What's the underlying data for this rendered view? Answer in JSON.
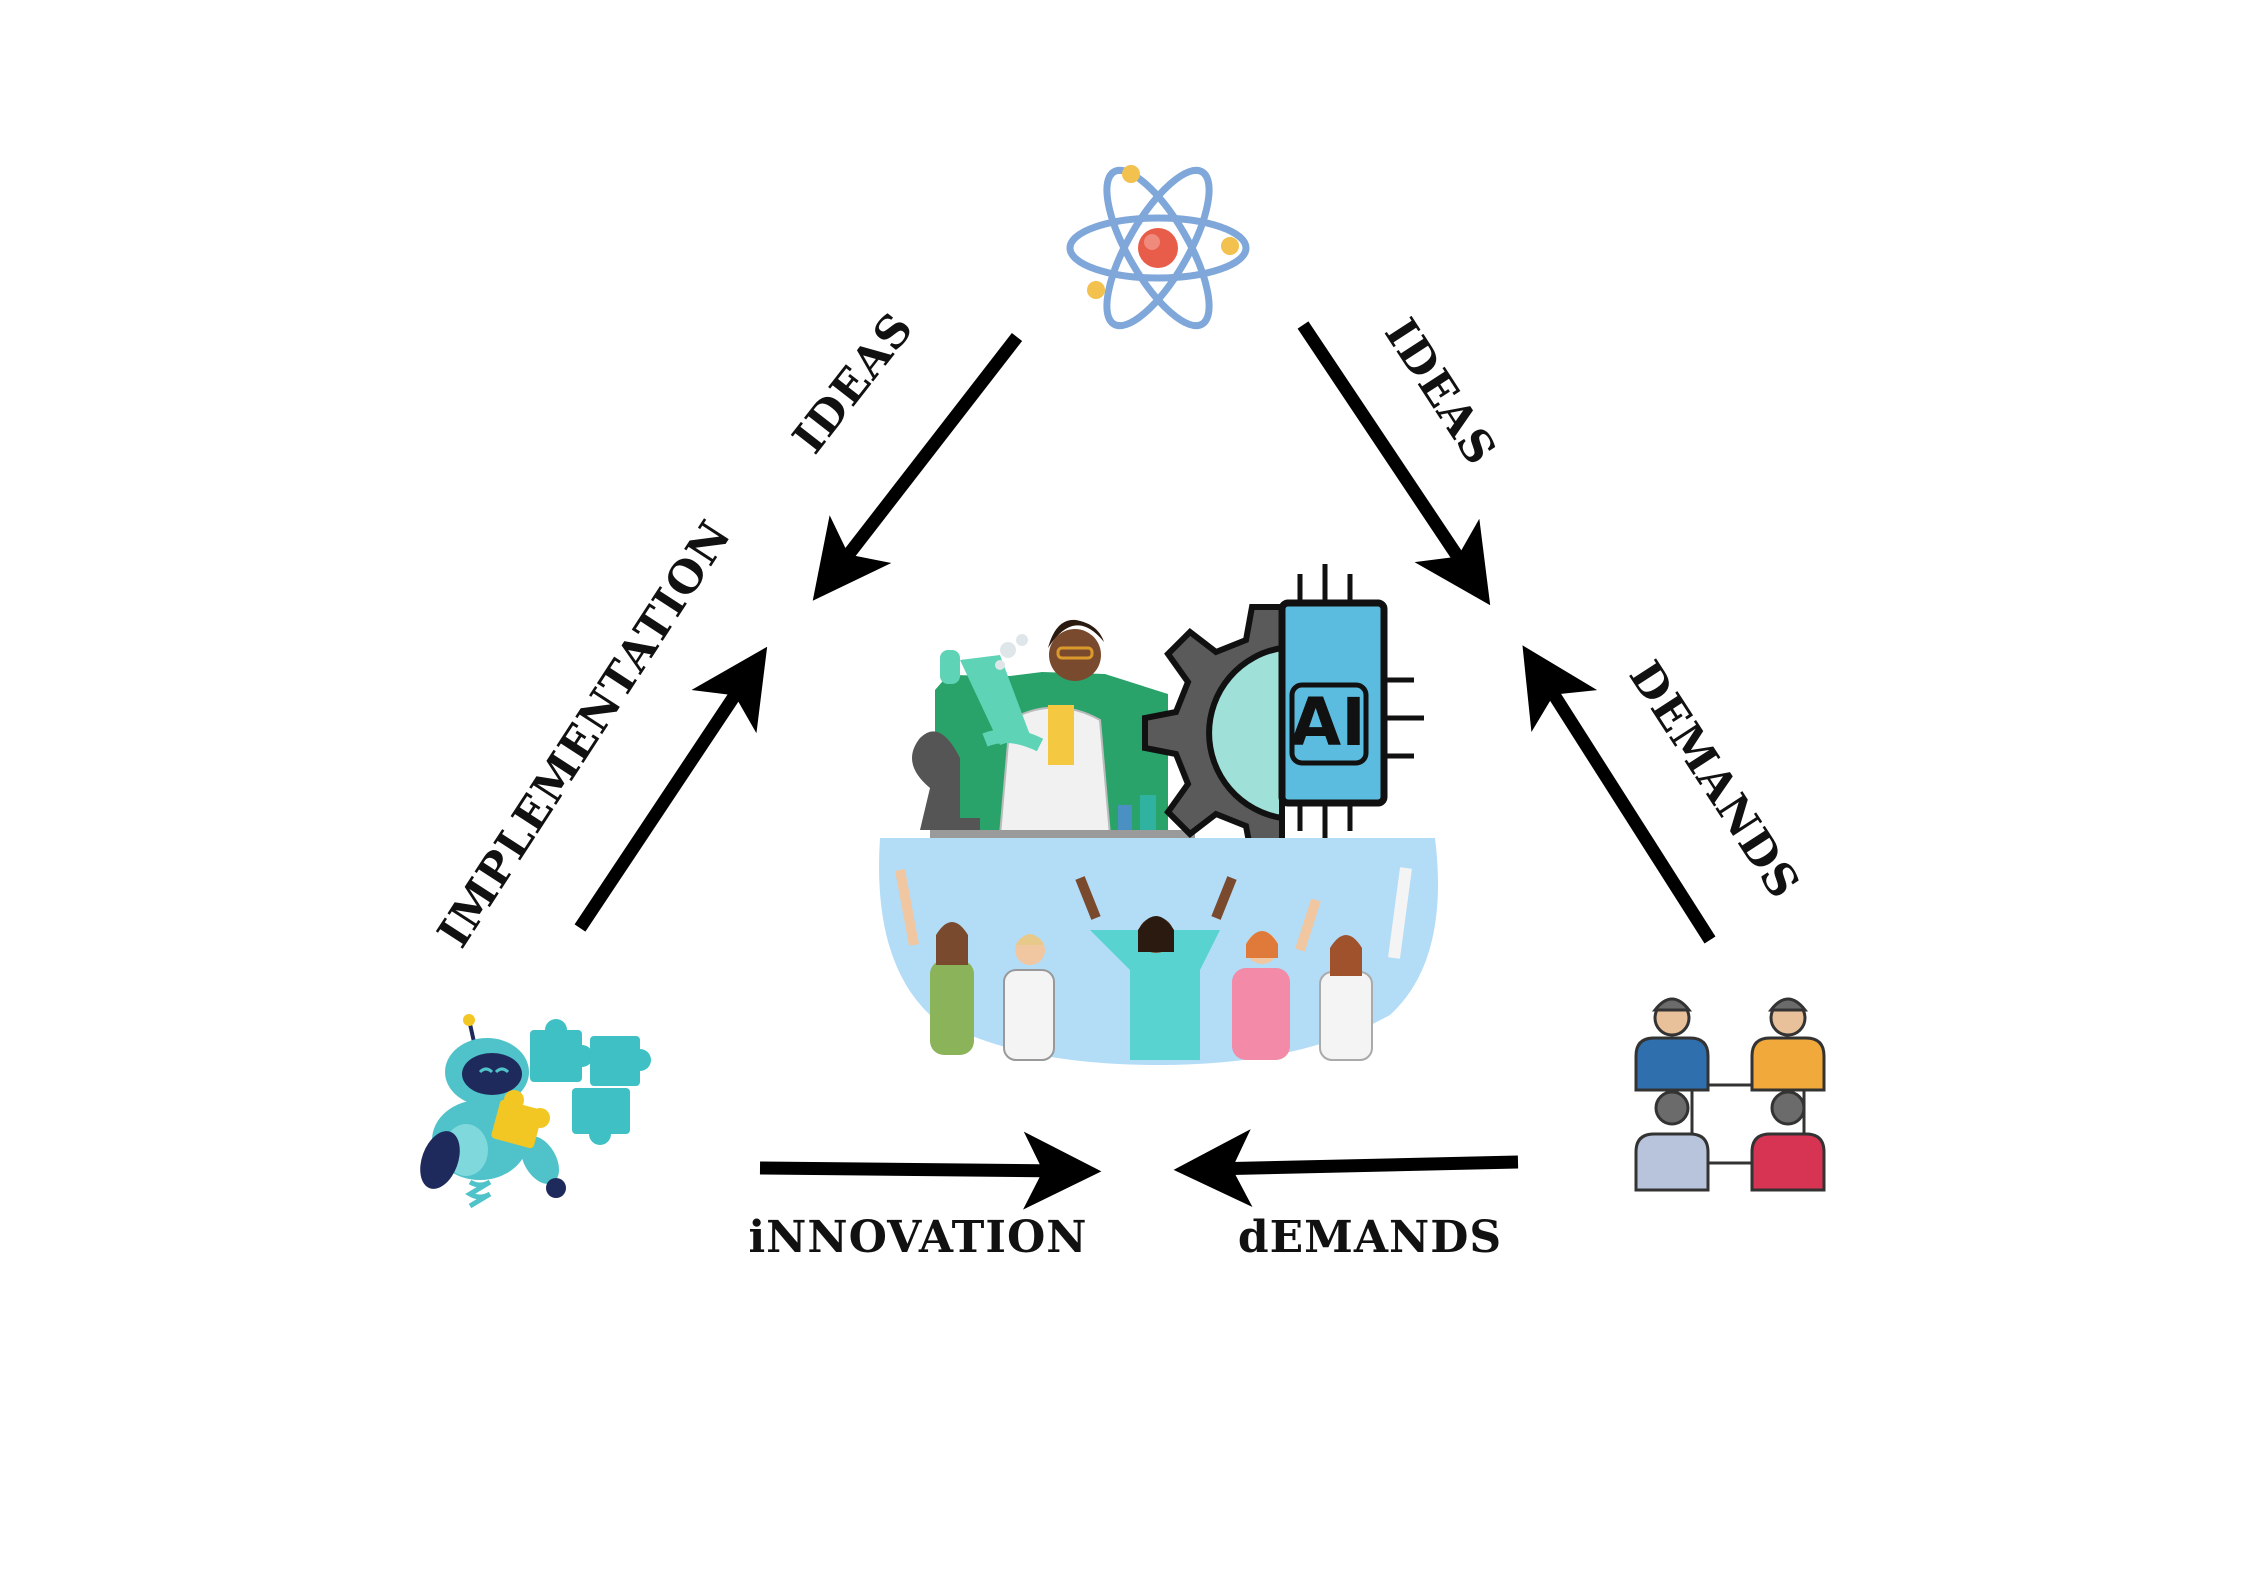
{
  "labels": {
    "ideas_left": "IDEAS",
    "ideas_right": "IDEAS",
    "implementation": "IMPLEMENTATION",
    "demands_right": "DEMANDS",
    "innovation": "iNNOVATION",
    "demands_bottom": "dEMANDS"
  },
  "center": {
    "ai_badge": "AI"
  },
  "icons": {
    "top": "atom-icon",
    "left": "robot-puzzle-icon",
    "right": "team-meeting-icon",
    "center_scientist": "scientist-illustration",
    "center_ai": "ai-chip-gear-icon",
    "center_crowd": "protesting-crowd-illustration"
  },
  "colors": {
    "arrow": "#000000",
    "atom_orbit": "#7fa7d9",
    "atom_nucleus": "#e85c4a",
    "ai_gear": "#5a5a5a",
    "ai_teal": "#9fe0d8",
    "ai_blue": "#5bbce0",
    "crowd_bg": "#b3dcf7",
    "robot_teal": "#4fc3c9",
    "puzzle_teal": "#3ec0c4",
    "puzzle_yellow": "#f2c623"
  }
}
